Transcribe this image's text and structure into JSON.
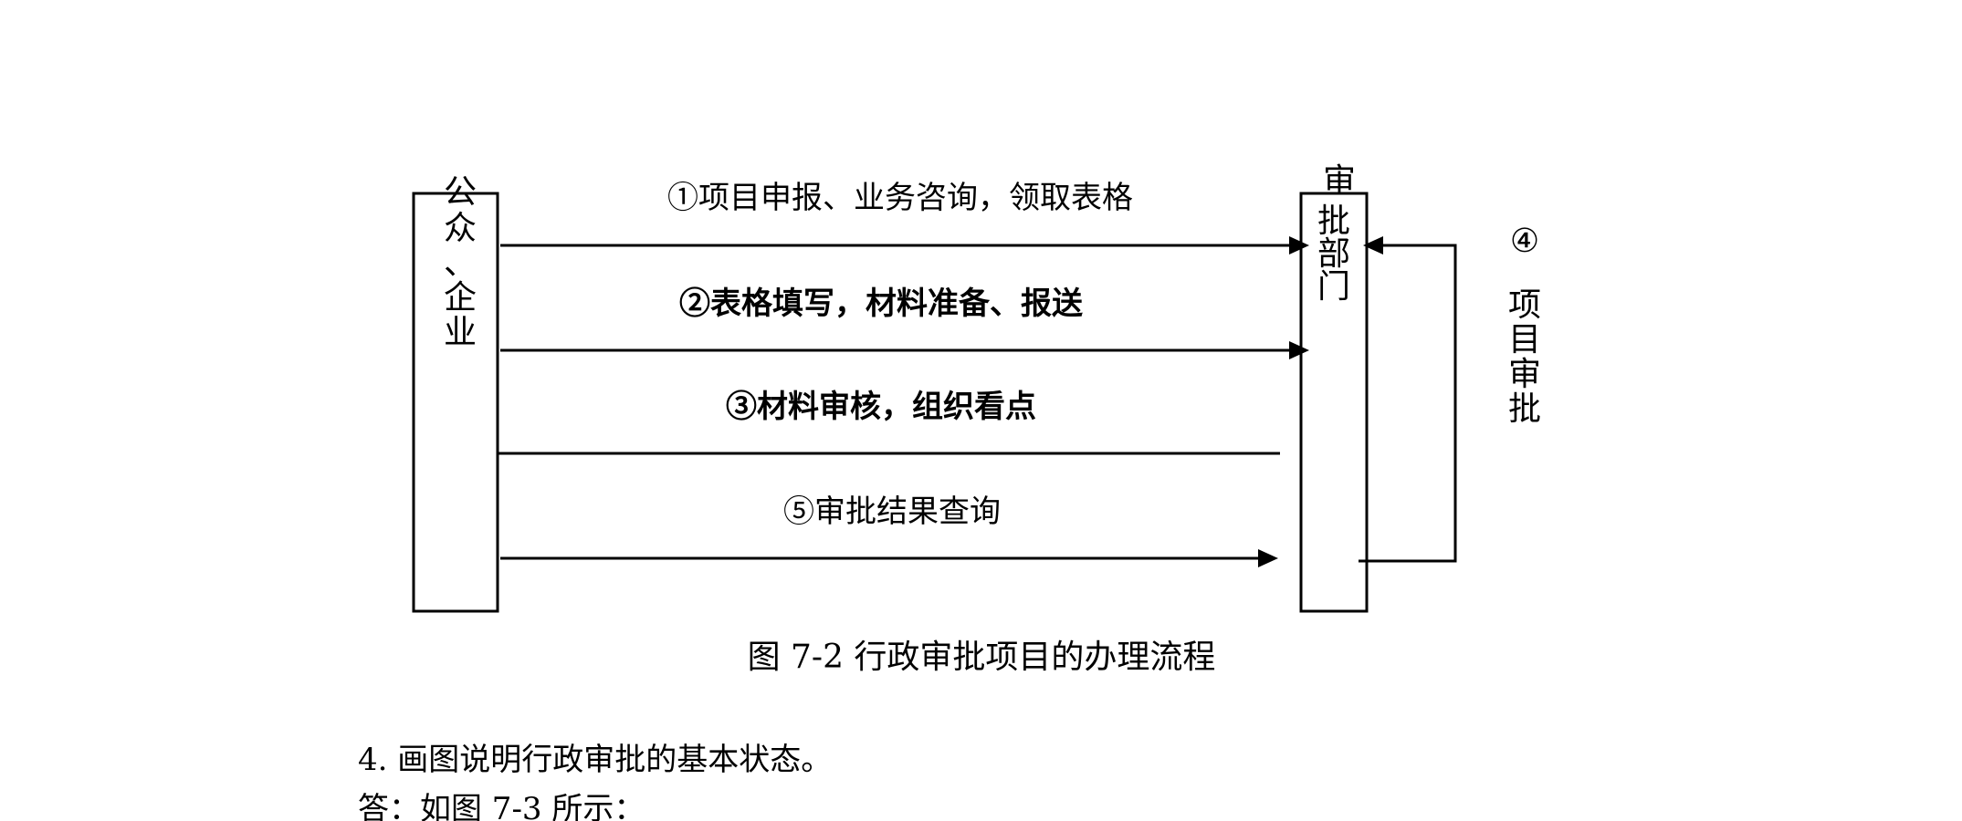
{
  "diagram": {
    "left_actor": {
      "chars": [
        "公",
        "众",
        "、",
        "企",
        "业"
      ]
    },
    "right_actor": {
      "chars": [
        "审",
        "批",
        "部",
        "门"
      ]
    },
    "flows": {
      "step1": "①项目申报、业务咨询，领取表格",
      "step2": "②表格填写，材料准备、报送",
      "step3": "③材料审核，组织看点",
      "step5": "⑤审批结果查询"
    },
    "self_loop": {
      "number": "④",
      "chars": [
        "项",
        "目",
        "审",
        "批"
      ]
    },
    "caption": "图 7-2  行政审批项目的办理流程"
  },
  "document": {
    "question": "4. 画图说明行政审批的基本状态。",
    "answer": "答：如图 7-3 所示："
  }
}
